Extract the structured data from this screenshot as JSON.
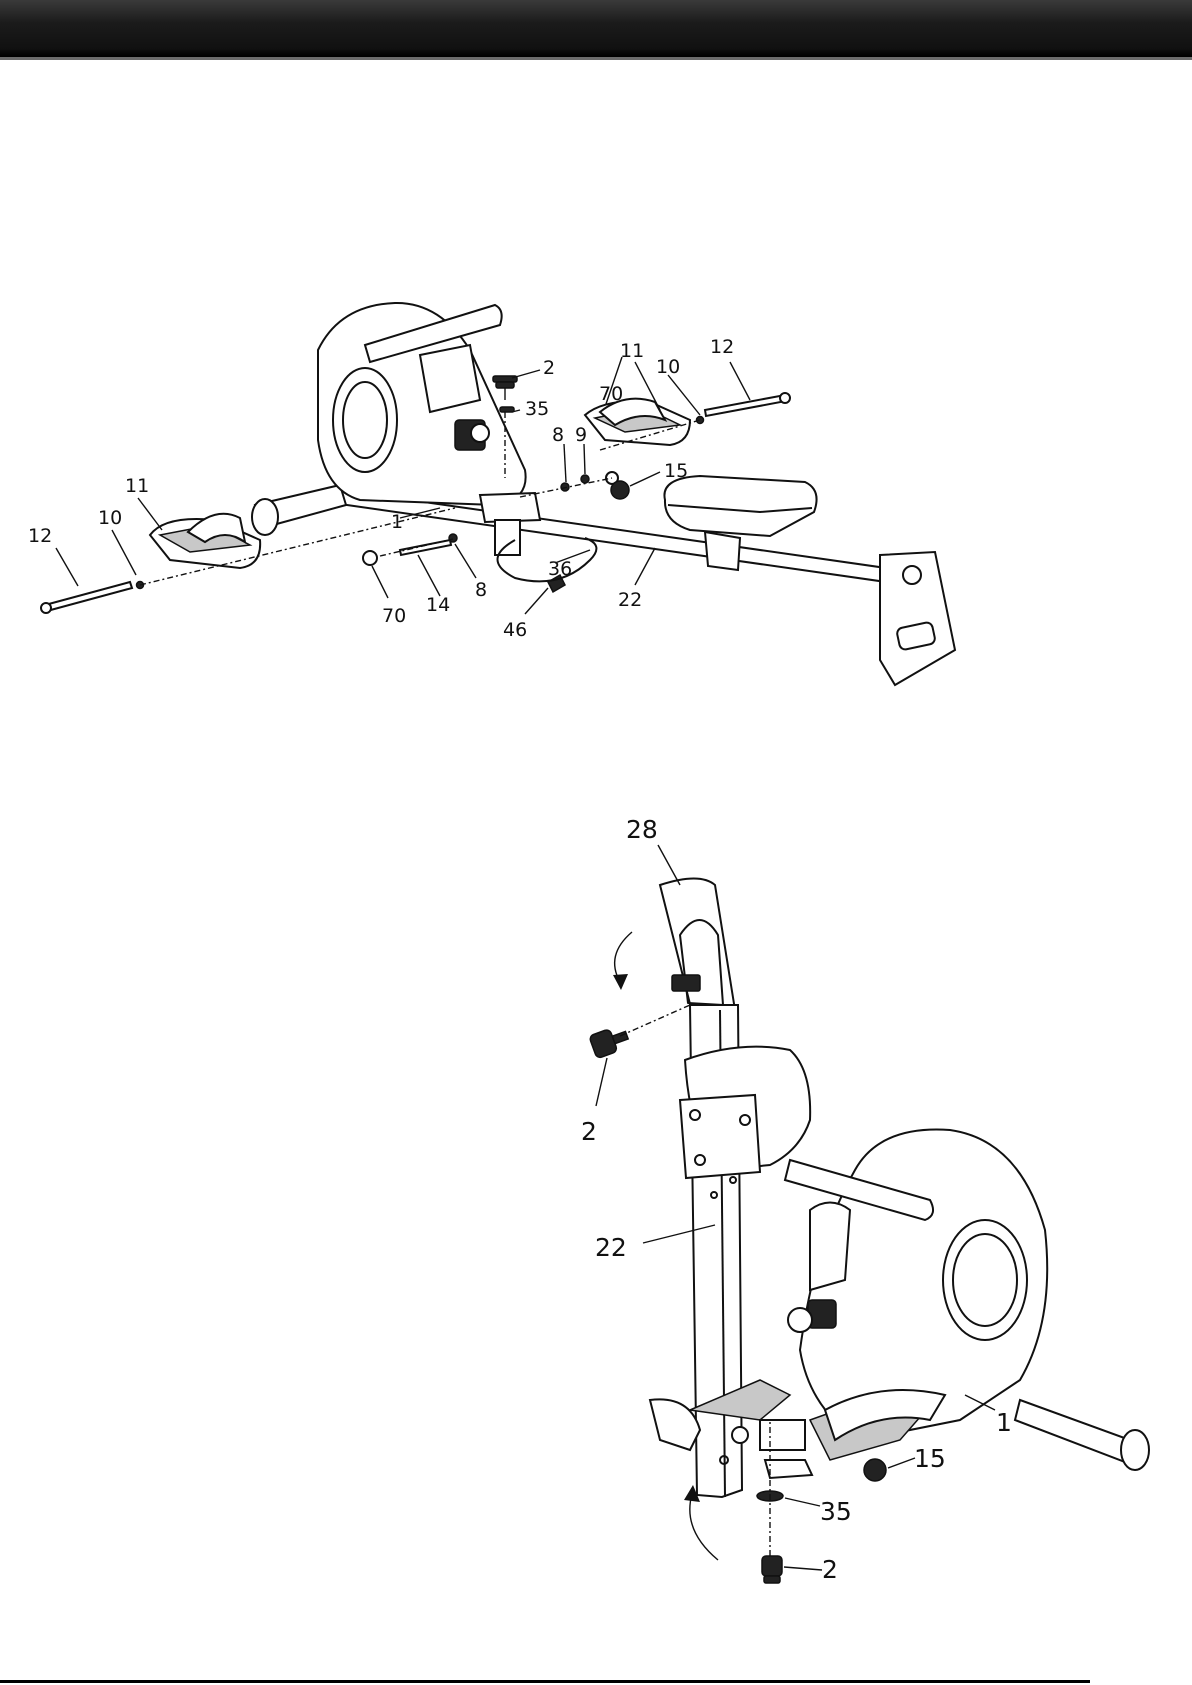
{
  "figure_1": {
    "callouts": {
      "c12a": "12",
      "c10a": "10",
      "c11a": "11",
      "c2": "2",
      "c35": "35",
      "c70a": "70",
      "c11b": "11",
      "c10b": "10",
      "c12b": "12",
      "c8a": "8",
      "c9": "9",
      "c15": "15",
      "c1": "1",
      "c70b": "70",
      "c14": "14",
      "c8b": "8",
      "c36": "36",
      "c22": "22",
      "c46": "46"
    }
  },
  "figure_2": {
    "callouts": {
      "c28": "28",
      "c2a": "2",
      "c22": "22",
      "c1": "1",
      "c15": "15",
      "c35": "35",
      "c2b": "2"
    }
  }
}
